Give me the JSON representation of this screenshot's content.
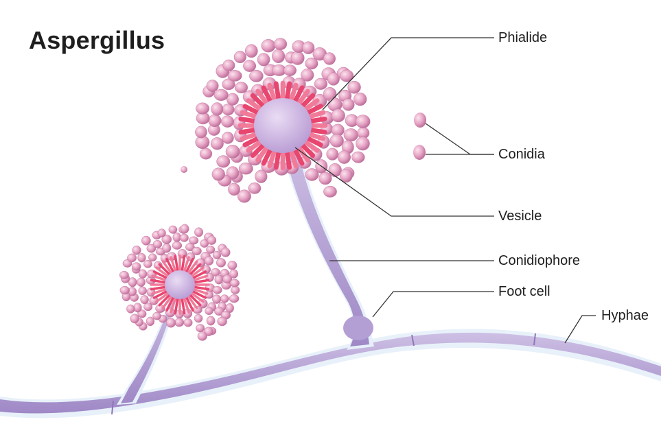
{
  "diagram": {
    "title": "Aspergillus",
    "labels": {
      "phialide": "Phialide",
      "conidia": "Conidia",
      "vesicle": "Vesicle",
      "conidiophore": "Conidiophore",
      "foot_cell": "Foot cell",
      "hyphae": "Hyphae"
    }
  },
  "colors": {
    "background": "#ffffff",
    "hyphae_fill": "#b9a6d6",
    "hyphae_edge": "#dbe9f7",
    "phialide": "#e8456f",
    "conidia": "#e6a4c4",
    "vesicle": "#c9a9dd",
    "leader_line": "#333333"
  }
}
